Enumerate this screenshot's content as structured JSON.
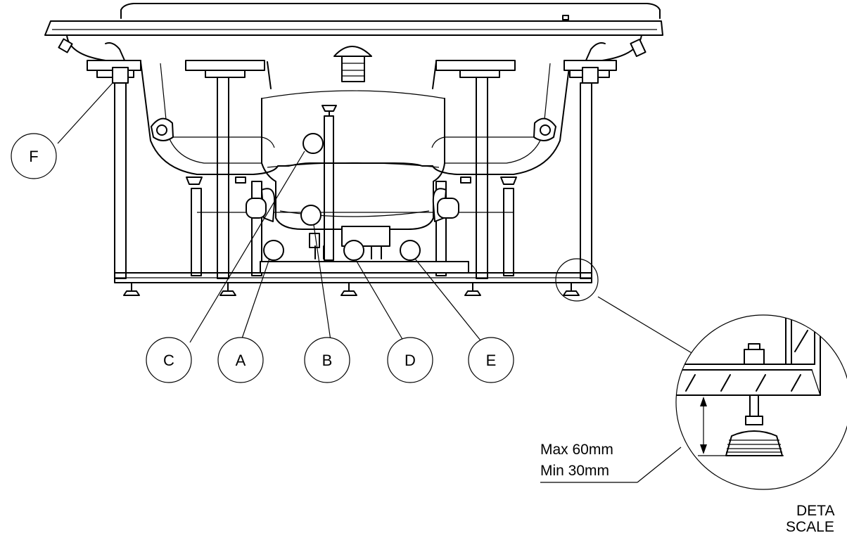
{
  "callouts": {
    "a": "A",
    "b": "B",
    "c": "C",
    "d": "D",
    "e": "E",
    "f": "F"
  },
  "dimension": {
    "max": "Max 60mm",
    "min": "Min 30mm"
  },
  "detail": {
    "line1": "DETA",
    "line2": "SCALE"
  }
}
